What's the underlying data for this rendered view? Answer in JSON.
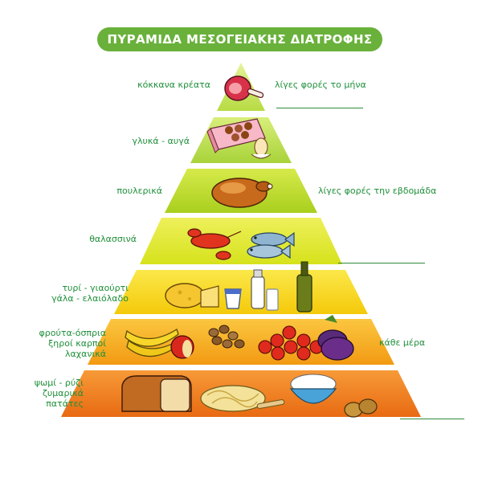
{
  "title": "ΠΥΡΑΜΙΔΑ ΜΕΣΟΓΕΙΑΚΗΣ ΔΙΑΤΡΟΦΗΣ",
  "left_labels": {
    "red_meat": "κόκκανα κρέατα",
    "sweets_eggs": "γλυκά - αυγά",
    "poultry": "πουλερικά",
    "seafood": "θαλασσινά",
    "dairy_line1": "τυρί - γιαούρτι",
    "dairy_line2": "γάλα - ελαιόλαδο",
    "fruit_line1": "φρούτα-όσπρια",
    "fruit_line2": "ξηροί καρποί",
    "fruit_line3": "λαχανικά",
    "grains_line1": "ψωμί - ρύζι",
    "grains_line2": "ζυμαρικά",
    "grains_line3": "πατάτες"
  },
  "right_labels": {
    "monthly": "λίγες φορές το μήνα",
    "weekly": "λίγες φορές την εβδομάδα",
    "daily": "κάθε μέρα"
  },
  "colors": {
    "title_bg": "#6ab13b",
    "label_text": "#1f8f3a",
    "tier_1": "#c8e45a",
    "tier_2": "#b7dc49",
    "tier_3": "#c2de2a",
    "tier_4": "#e3ea26",
    "tier_5": "#f7d812",
    "tier_6": "#f5ab1c",
    "tier_7": "#ee7d1e"
  }
}
